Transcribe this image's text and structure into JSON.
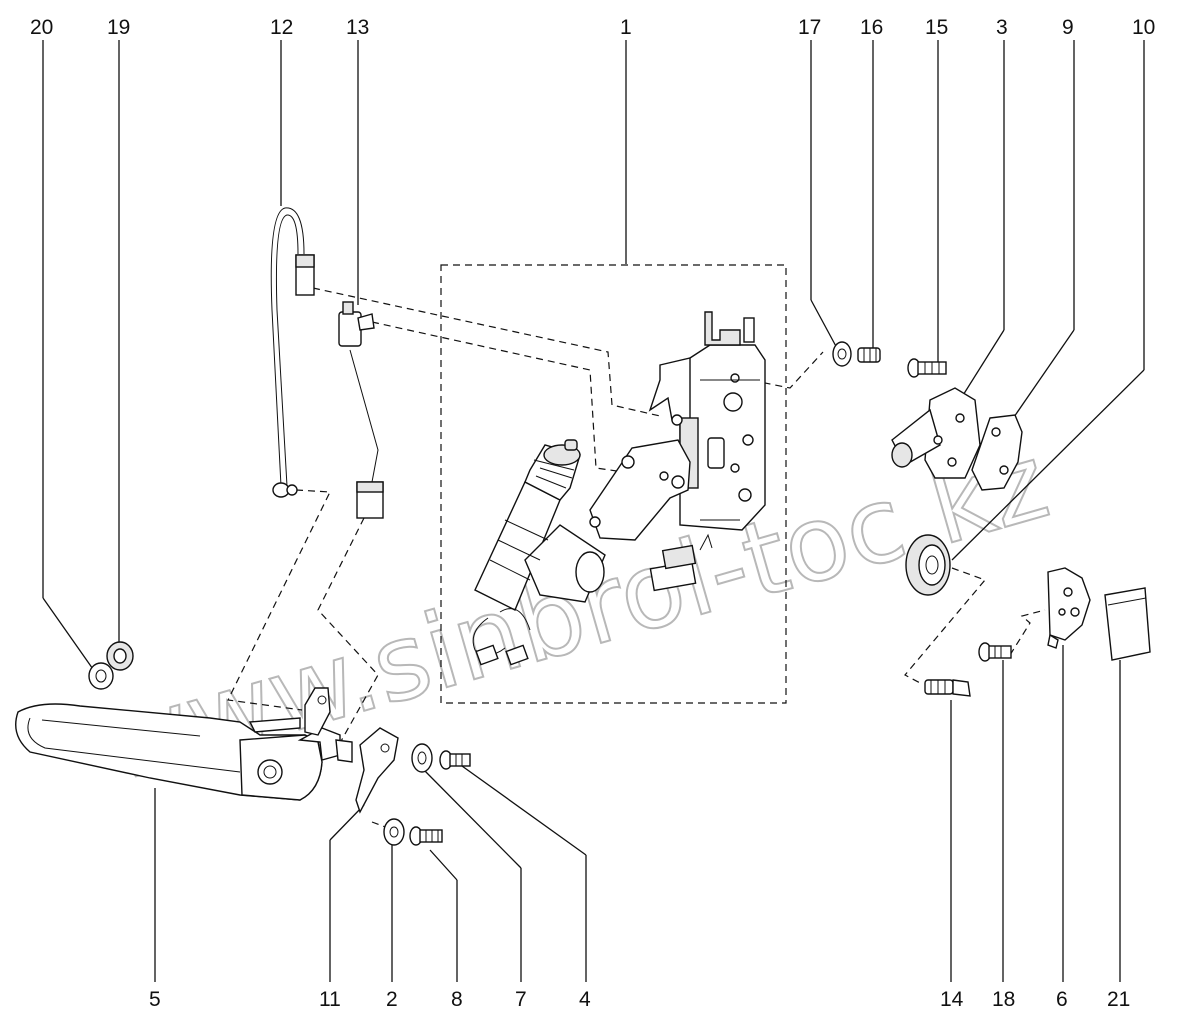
{
  "labels": {
    "p1": "1",
    "p2": "2",
    "p3": "3",
    "p4": "4",
    "p5": "5",
    "p6": "6",
    "p7": "7",
    "p8": "8",
    "p9": "9",
    "p10": "10",
    "p11": "11",
    "p12": "12",
    "p13": "13",
    "p14": "14",
    "p15": "15",
    "p16": "16",
    "p17": "17",
    "p18": "18",
    "p19": "19",
    "p20": "20",
    "p21": "21"
  },
  "watermark": "www.sinbrol-toc.kz"
}
